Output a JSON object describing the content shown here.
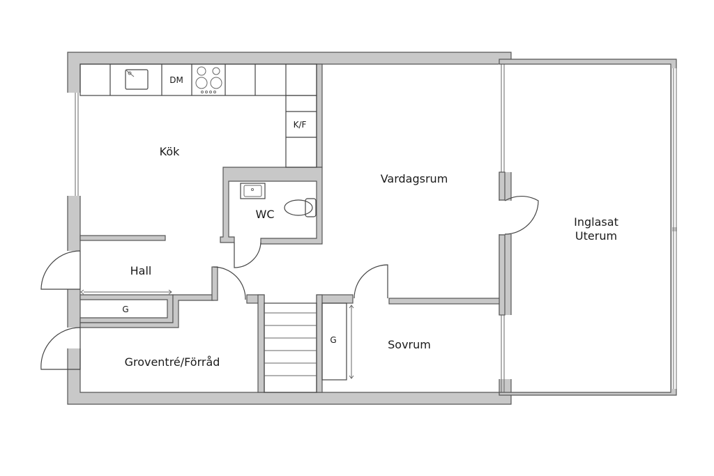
{
  "rooms": {
    "kitchen": "Kök",
    "wc": "WC",
    "living": "Vardagsrum",
    "sunroom_line1": "Inglasat",
    "sunroom_line2": "Uterum",
    "hall": "Hall",
    "utility": "Groventré/Förråd",
    "bedroom": "Sovrum"
  },
  "fixtures": {
    "dishwasher": "DM",
    "fridge_freezer": "K/F",
    "wardrobe_hall": "G",
    "wardrobe_bedroom": "G"
  },
  "colors": {
    "wall_fill": "#c8c8c8",
    "wall_stroke": "#555555",
    "background": "#ffffff"
  }
}
